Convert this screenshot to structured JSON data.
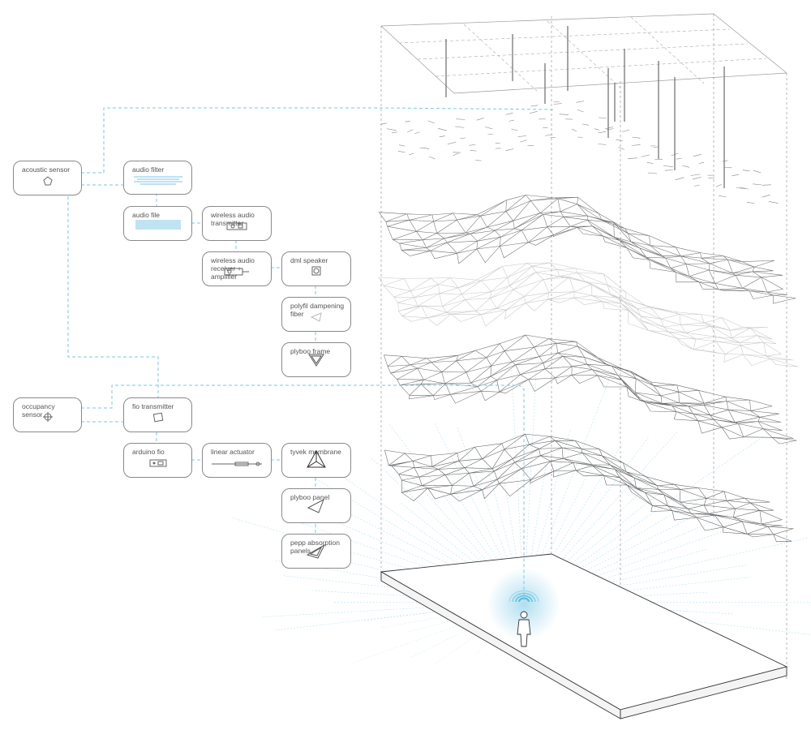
{
  "nodes": {
    "acoustic_sensor": "acoustic sensor",
    "audio_filter": "audio filter",
    "audio_file": "audio file",
    "wireless_audio_transmitter": "wireless audio transmitter",
    "wireless_audio_receiver": "wireless audio receiver + amplifier",
    "dml_speaker": "dml speaker",
    "polyfil_fiber": "polyfil dampening fiber",
    "plyboo_frame": "plyboo frame",
    "occupancy_sensor": "occupancy sensor",
    "fio_transmitter": "fio transmitter",
    "arduino_fio": "arduino fio",
    "linear_actuator": "linear actuator",
    "tyvek_membrane": "tyvek membrane",
    "plyboo_panel": "plyboo panel",
    "pepp_panels": "pepp absorption panels"
  },
  "icons": {
    "acoustic_sensor": "acoustic-sensor-icon",
    "audio_filter": "audio-waveform-icon",
    "audio_file": "audio-waveform-icon",
    "wireless_audio_transmitter": "transmitter-device-icon",
    "wireless_audio_receiver": "receiver-device-icon",
    "dml_speaker": "speaker-icon",
    "polyfil_fiber": "fiber-icon",
    "plyboo_frame": "triangle-frame-icon",
    "occupancy_sensor": "occupancy-sensor-icon",
    "fio_transmitter": "fio-transmitter-icon",
    "arduino_fio": "arduino-board-icon",
    "linear_actuator": "linear-actuator-icon",
    "tyvek_membrane": "tetrahedron-icon",
    "plyboo_panel": "triangle-panel-icon",
    "pepp_panels": "triangle-absorption-icon"
  },
  "colors": {
    "connector": "#7cc6e6",
    "signal": "#4fb8e0",
    "box_border": "#8a8a8a",
    "mesh": "#555555",
    "label": "#555555"
  }
}
